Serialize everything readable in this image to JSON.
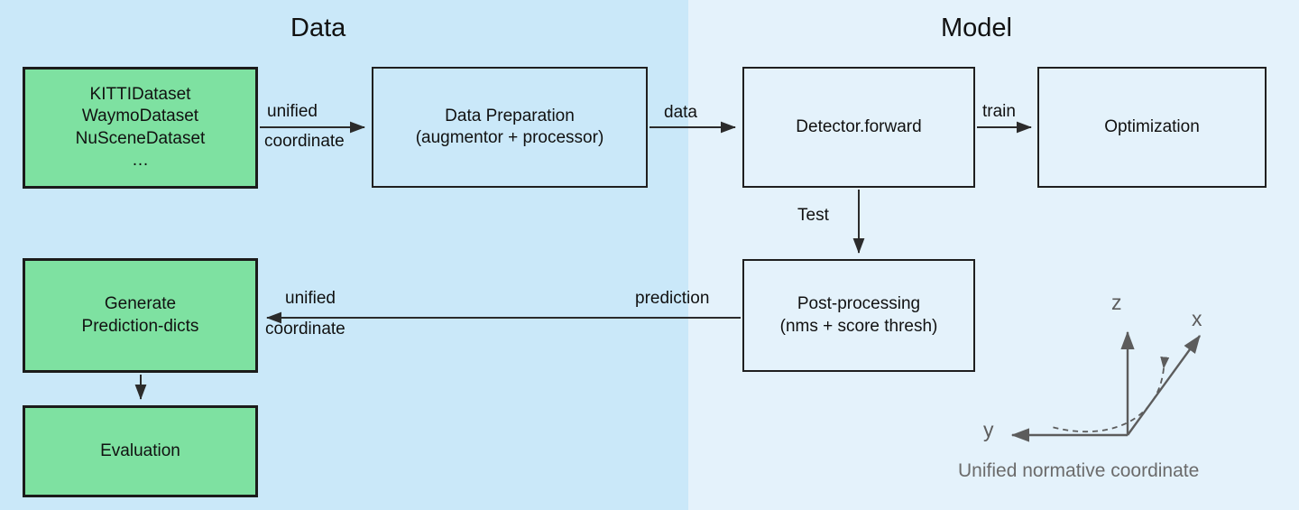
{
  "panels": {
    "data": {
      "title": "Data",
      "bg": "#cae8f9"
    },
    "model": {
      "title": "Model",
      "bg": "#e4f2fb"
    }
  },
  "nodes": {
    "datasets": {
      "label": "KITTIDataset\nWaymoDataset\nNuSceneDataset\n…",
      "fill": "#7ee1a1"
    },
    "data_preparation": {
      "label": "Data Preparation\n(augmentor + processor)",
      "fill": "#cae8f9"
    },
    "detector_forward": {
      "label": "Detector.forward",
      "fill": "#e4f2fb"
    },
    "optimization": {
      "label": "Optimization",
      "fill": "#e4f2fb"
    },
    "post_processing": {
      "label": "Post-processing\n(nms + score thresh)",
      "fill": "#e4f2fb"
    },
    "generate_prediction_dicts": {
      "label": "Generate\nPrediction-dicts",
      "fill": "#7ee1a1"
    },
    "evaluation": {
      "label": "Evaluation",
      "fill": "#7ee1a1"
    }
  },
  "edges": {
    "datasets_to_dataprep": {
      "line1": "unified",
      "line2": "coordinate"
    },
    "dataprep_to_detector": {
      "label": "data"
    },
    "detector_to_optimization": {
      "label": "train"
    },
    "detector_to_postprocessing": {
      "label": "Test"
    },
    "postprocessing_to_generate": {
      "label": "prediction",
      "line1": "unified",
      "line2": "coordinate"
    },
    "generate_to_evaluation": {
      "label": ""
    }
  },
  "axes": {
    "z": "z",
    "x": "x",
    "y": "y",
    "caption": "Unified normative coordinate",
    "color": "#5c5c5c"
  }
}
